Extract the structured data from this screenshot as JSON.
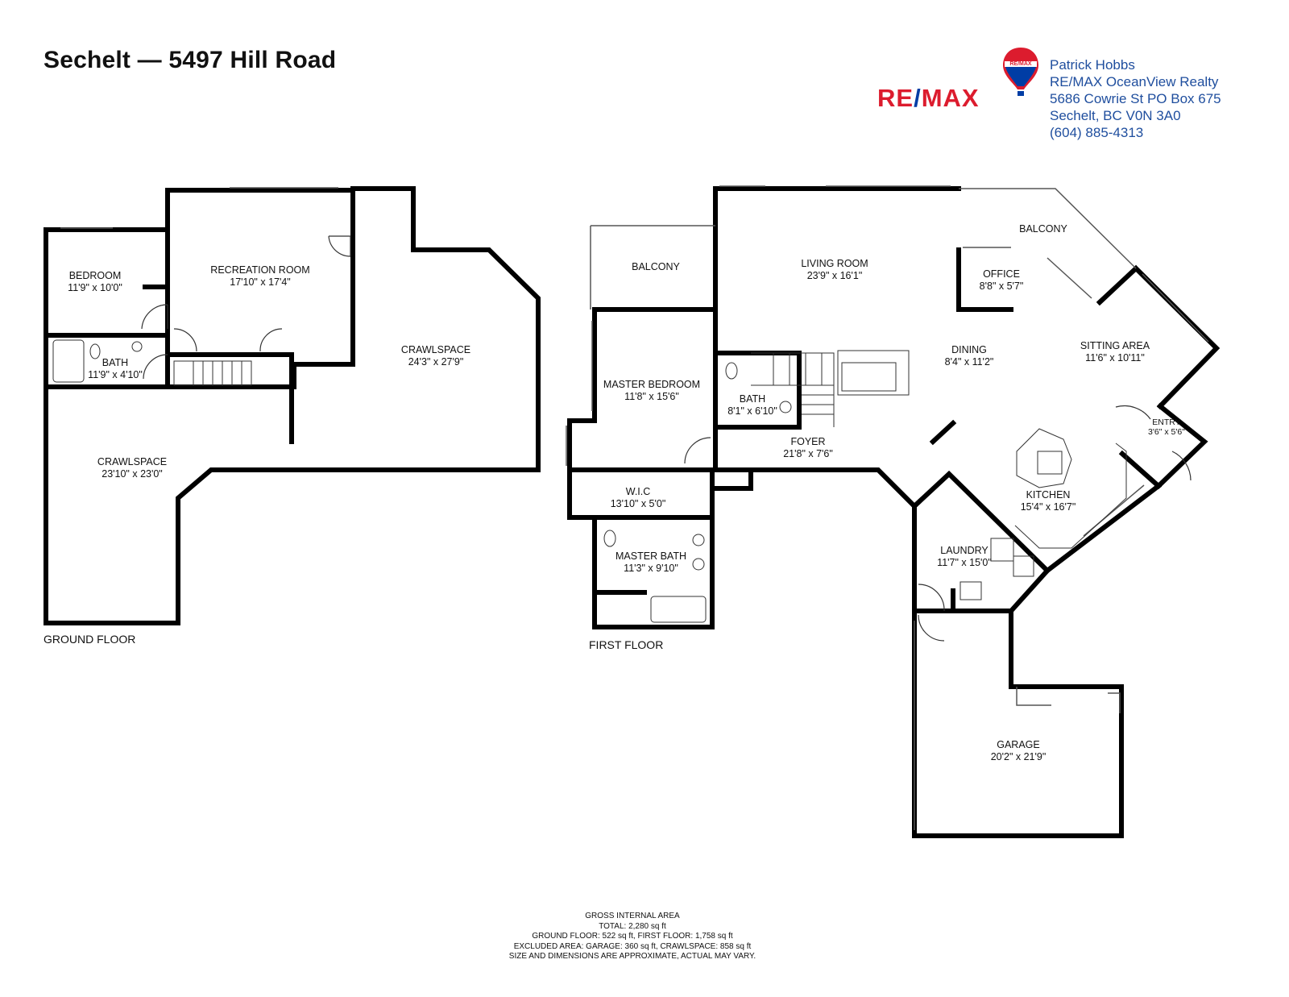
{
  "header": {
    "title": "Sechelt — 5497 Hill Road"
  },
  "branding": {
    "logo_text_left": "RE",
    "logo_text_slash": "/",
    "logo_text_right": "MAX",
    "balloon_text": "RE/MAX",
    "icon": "hot-air-balloon-icon",
    "colors": {
      "red": "#dc1c2e",
      "blue": "#003da5",
      "agent_text": "#1f4e9e"
    }
  },
  "agent": {
    "name": "Patrick Hobbs",
    "company": "RE/MAX OceanView Realty",
    "address1": "5686 Cowrie St PO Box 675",
    "address2": "Sechelt, BC V0N 3A0",
    "phone": "(604) 885-4313"
  },
  "ground_floor": {
    "label": "GROUND FLOOR",
    "rooms": [
      {
        "name": "BEDROOM",
        "dims": "11'9\" x 10'0\""
      },
      {
        "name": "RECREATION ROOM",
        "dims": "17'10\" x 17'4\""
      },
      {
        "name": "CRAWLSPACE",
        "dims": "24'3\" x 27'9\""
      },
      {
        "name": "BATH",
        "dims": "11'9\" x 4'10\""
      },
      {
        "name": "CRAWLSPACE",
        "dims": "23'10\" x 23'0\""
      }
    ]
  },
  "first_floor": {
    "label": "FIRST FLOOR",
    "rooms": [
      {
        "name": "BALCONY",
        "dims": ""
      },
      {
        "name": "LIVING ROOM",
        "dims": "23'9\" x 16'1\""
      },
      {
        "name": "BALCONY",
        "dims": ""
      },
      {
        "name": "OFFICE",
        "dims": "8'8\" x 5'7\""
      },
      {
        "name": "DINING",
        "dims": "8'4\" x 11'2\""
      },
      {
        "name": "SITTING AREA",
        "dims": "11'6\" x 10'11\""
      },
      {
        "name": "MASTER BEDROOM",
        "dims": "11'8\" x 15'6\""
      },
      {
        "name": "BATH",
        "dims": "8'1\" x 6'10\""
      },
      {
        "name": "ENTRY",
        "dims": "3'6\" x 5'6\""
      },
      {
        "name": "FOYER",
        "dims": "21'8\" x 7'6\""
      },
      {
        "name": "W.I.C",
        "dims": "13'10\" x 5'0\""
      },
      {
        "name": "KITCHEN",
        "dims": "15'4\" x 16'7\""
      },
      {
        "name": "MASTER BATH",
        "dims": "11'3\" x 9'10\""
      },
      {
        "name": "LAUNDRY",
        "dims": "11'7\" x 15'0\""
      },
      {
        "name": "GARAGE",
        "dims": "20'2\" x 21'9\""
      }
    ]
  },
  "footer": {
    "line1": "GROSS INTERNAL AREA",
    "line2": "TOTAL: 2,280 sq ft",
    "line3": "GROUND FLOOR: 522 sq ft, FIRST FLOOR: 1,758 sq ft",
    "line4": "EXCLUDED AREA: GARAGE: 360 sq ft, CRAWLSPACE: 858 sq ft",
    "line5": "SIZE AND DIMENSIONS ARE APPROXIMATE, ACTUAL MAY VARY."
  }
}
